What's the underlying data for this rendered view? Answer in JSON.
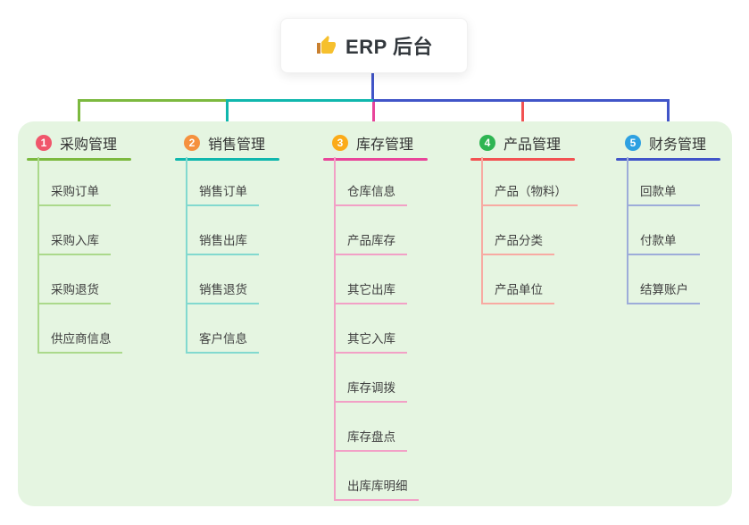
{
  "root": {
    "label": "ERP 后台",
    "icon": "thumbs-up-icon"
  },
  "colors": {
    "panel_bg": "#e5f5e1",
    "root_connector": "#4155c8",
    "card_bg": "#ffffff",
    "text": "#333333"
  },
  "branches": [
    {
      "num": "1",
      "label": "采购管理",
      "badge_color": "#f0566b",
      "line_color": "#7cb93f",
      "sub_line_color": "#abd98b",
      "items": [
        "采购订单",
        "采购入库",
        "采购退货",
        "供应商信息"
      ]
    },
    {
      "num": "2",
      "label": "销售管理",
      "badge_color": "#f5913e",
      "line_color": "#10b7ad",
      "sub_line_color": "#82d9cf",
      "items": [
        "销售订单",
        "销售出库",
        "销售退货",
        "客户信息"
      ]
    },
    {
      "num": "3",
      "label": "库存管理",
      "badge_color": "#fbab19",
      "line_color": "#e8459a",
      "sub_line_color": "#f2a0c6",
      "items": [
        "仓库信息",
        "产品库存",
        "其它出库",
        "其它入库",
        "库存调拨",
        "库存盘点",
        "出库库明细"
      ]
    },
    {
      "num": "4",
      "label": "产品管理",
      "badge_color": "#2eb552",
      "line_color": "#f25252",
      "sub_line_color": "#f8aaa2",
      "items": [
        "产品（物料）",
        "产品分类",
        "产品单位"
      ]
    },
    {
      "num": "5",
      "label": "财务管理",
      "badge_color": "#2da0e1",
      "line_color": "#4155c8",
      "sub_line_color": "#9dacd9",
      "items": [
        "回款单",
        "付款单",
        "结算账户"
      ]
    }
  ]
}
